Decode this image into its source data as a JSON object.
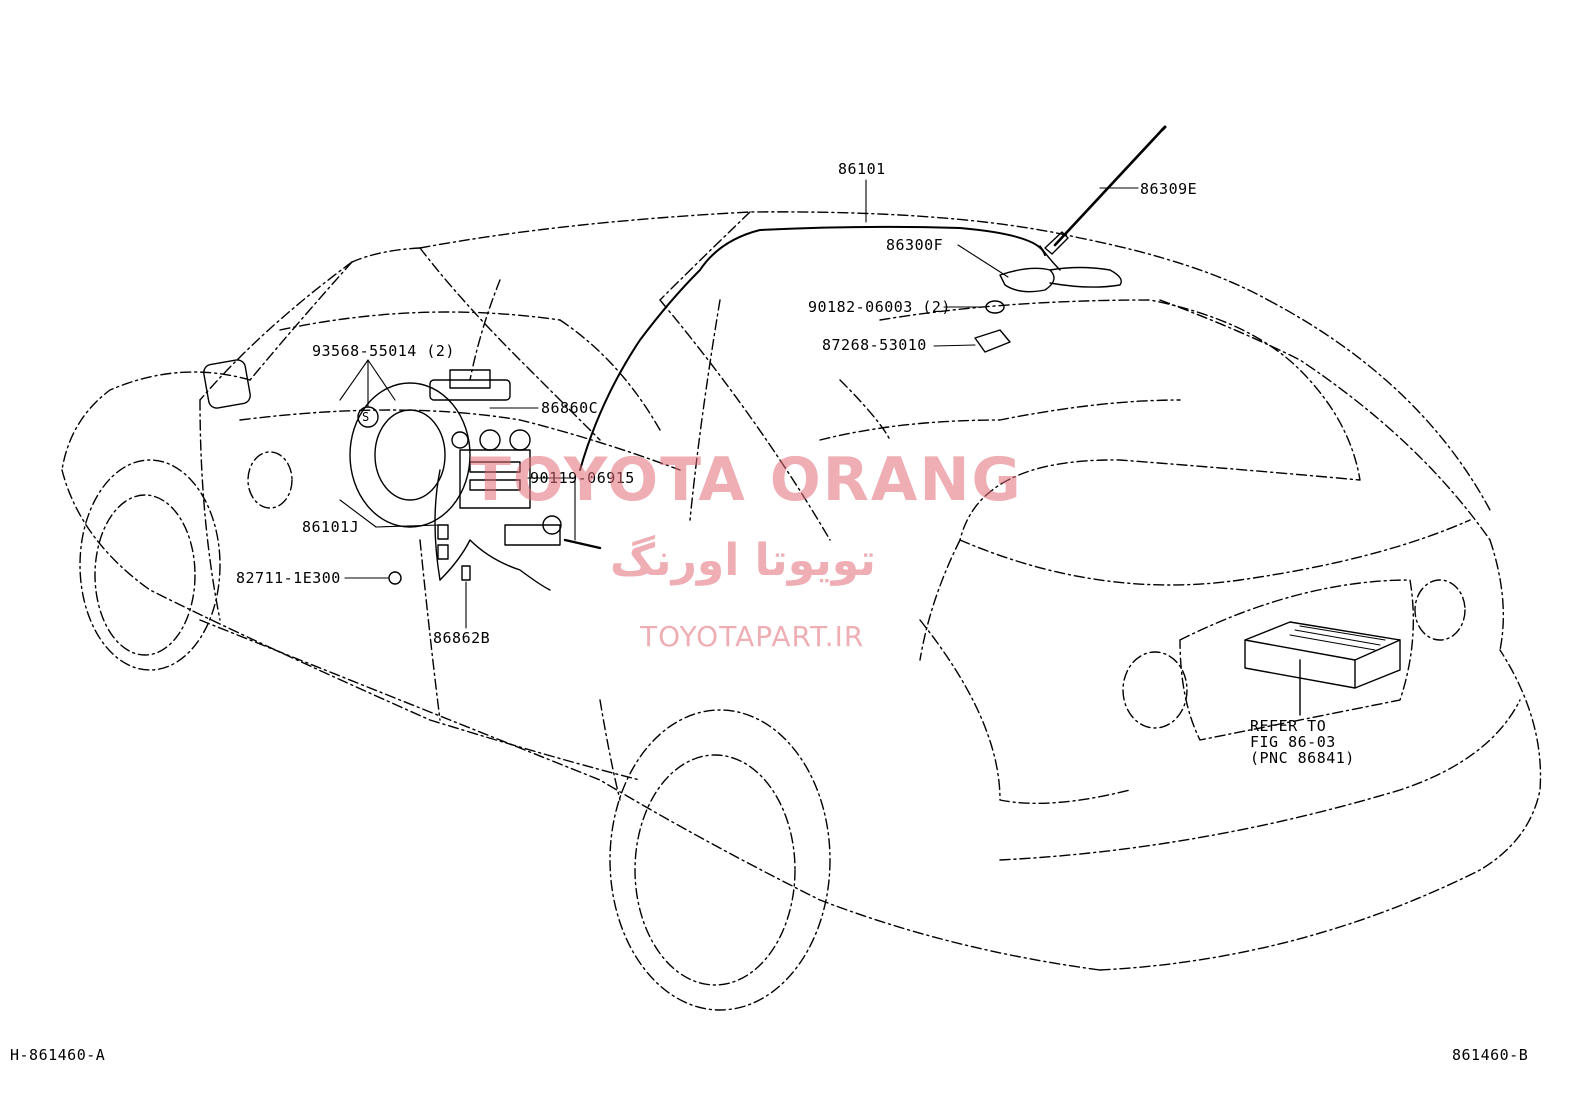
{
  "callouts": {
    "p86101": "86101",
    "p86309E": "86309E",
    "p86300F": "86300F",
    "p90182": "90182-06003 (2)",
    "p87268": "87268-53010",
    "p93568": "93568-55014 (2)",
    "p86860C": "86860C",
    "p90119": "90119-06915",
    "p86101J": "86101J",
    "p82711": "82711-1E300",
    "p86862B": "86862B",
    "refer1": "REFER TO",
    "refer2": "FIG 86-03",
    "refer3": "(PNC 86841)",
    "s_mark": "S"
  },
  "watermark": {
    "brand": "TOYOTA ORANG",
    "persian": "تویوتا اورنگ",
    "url": "TOYOTAPART.IR",
    "color": "#e26d78"
  },
  "footer": {
    "left_code": "H-861460-A",
    "right_code": "861460-B"
  }
}
